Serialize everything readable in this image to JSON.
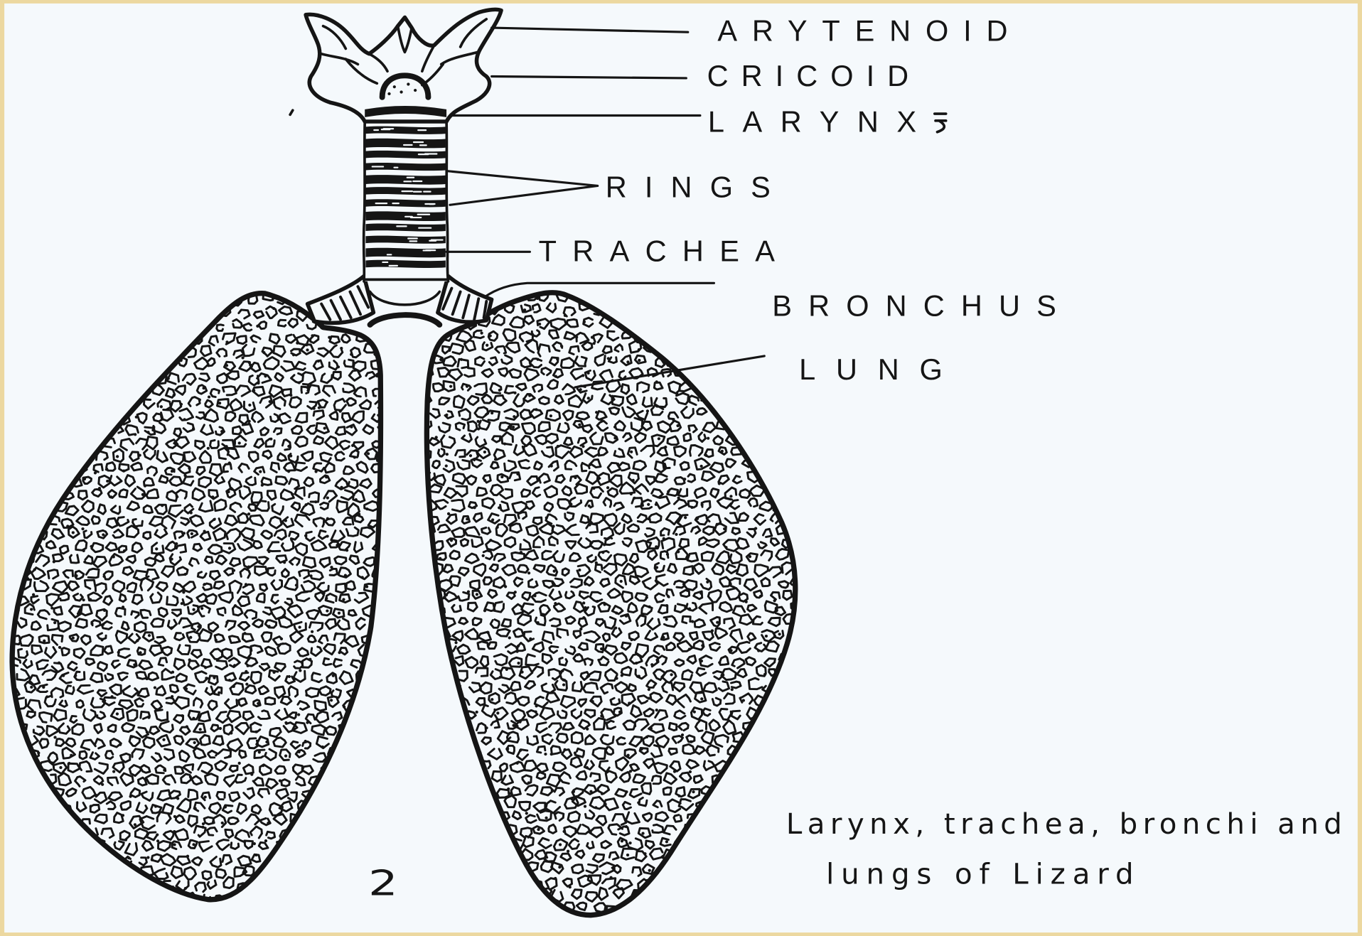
{
  "diagram": {
    "labels": {
      "arytenoid": "ARYTENOID",
      "cricoid": "CRICOID",
      "larynx": "LARYNX",
      "rings": "RINGS",
      "trachea": "TRACHEA",
      "bronchus": "BRONCHUS",
      "lung": "LUNG"
    },
    "figure_number": "2",
    "caption": {
      "line1": "Larynx, trachea, bronchi and",
      "line2": "lungs of Lizard"
    }
  },
  "colors": {
    "frame": "#ecd8a0",
    "paper": "#f5f9fc",
    "ink": "#151515"
  }
}
